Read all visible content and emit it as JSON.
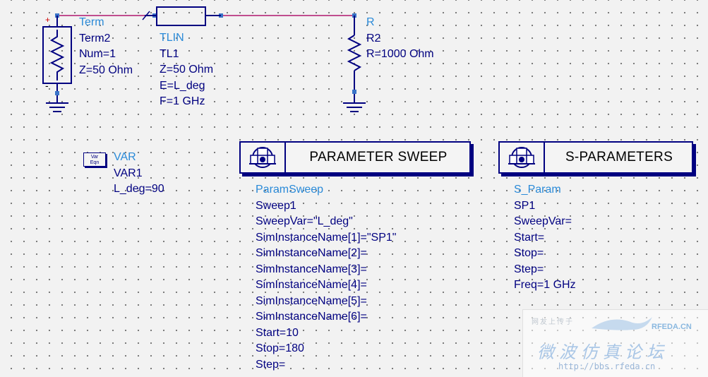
{
  "term": {
    "plus": "+",
    "minus": "-",
    "lines": [
      "Term",
      "Term2",
      "Num=1",
      "Z=50 Ohm"
    ]
  },
  "tlin": {
    "lines": [
      "TLIN",
      "TL1",
      "Z=50 Ohm",
      "E=L_deg",
      "F=1 GHz"
    ]
  },
  "resistor": {
    "lines": [
      "R",
      "R2",
      "R=1000 Ohm"
    ]
  },
  "var": {
    "icon_line1": "Var",
    "icon_line2": "Eqn",
    "lines": [
      "VAR",
      "VAR1",
      "L_deg=90"
    ]
  },
  "param_sweep": {
    "title": "PARAMETER SWEEP",
    "lines": [
      "ParamSweep",
      "Sweep1",
      "SweepVar=\"L_deg\"",
      "SimInstanceName[1]=\"SP1\"",
      "SimInstanceName[2]=",
      "SimInstanceName[3]=",
      "SimInstanceName[4]=",
      "SimInstanceName[5]=",
      "SimInstanceName[6]=",
      "Start=10",
      "Stop=180",
      "Step="
    ]
  },
  "s_params": {
    "title": "S-PARAMETERS",
    "lines": [
      "S_Param",
      "SP1",
      "SweepVar=",
      "Start=",
      "Stop=",
      "Step=",
      "Freq=1 GHz"
    ]
  },
  "watermark": {
    "site_small": "网友上传于",
    "brand": "RFEDA.CN",
    "chinese": "微波仿真论坛",
    "url": "http://bbs.rfeda.cn"
  }
}
